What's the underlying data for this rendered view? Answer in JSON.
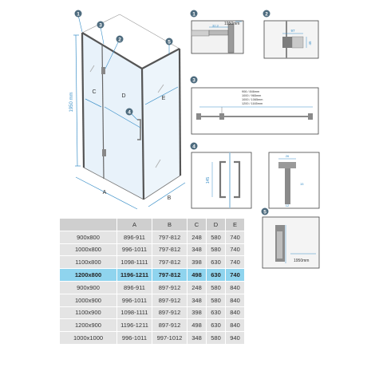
{
  "markers": [
    "1",
    "2",
    "3",
    "4",
    "5"
  ],
  "main": {
    "callouts": [
      "1",
      "2",
      "3",
      "4",
      "5"
    ],
    "height_label": "1950 mm",
    "letters": [
      "C",
      "D",
      "E",
      "A",
      "B"
    ]
  },
  "details": {
    "d1": {
      "marker": "1",
      "dim": "1950mm",
      "sub": "32.3"
    },
    "d2": {
      "marker": "2",
      "dim_a": "97",
      "dim_b": "45"
    },
    "d3": {
      "marker": "3",
      "sizes": [
        "906 / 846mm",
        "1000 / 965mm",
        "1000 / 1065mm",
        "1200 / 1165mm"
      ]
    },
    "d4": {
      "marker": "4",
      "dim_side": "145",
      "dim_top": "26",
      "dim_mid": "15",
      "dim_bottom": "12"
    },
    "d5": {
      "marker": "5",
      "dim": "1950mm"
    }
  },
  "accent": "#3a8fc8",
  "table": {
    "headers": [
      "",
      "A",
      "B",
      "C",
      "D",
      "E"
    ],
    "rows": [
      [
        "900x800",
        "896-911",
        "797-812",
        "248",
        "580",
        "740"
      ],
      [
        "1000x800",
        "996-1011",
        "797-812",
        "348",
        "580",
        "740"
      ],
      [
        "1100x800",
        "1098-1111",
        "797-812",
        "398",
        "630",
        "740"
      ],
      [
        "1200x800",
        "1196-1211",
        "797-812",
        "498",
        "630",
        "740"
      ],
      [
        "900x900",
        "896-911",
        "897-912",
        "248",
        "580",
        "840"
      ],
      [
        "1000x900",
        "996-1011",
        "897-912",
        "348",
        "580",
        "840"
      ],
      [
        "1100x900",
        "1098-1111",
        "897-912",
        "398",
        "630",
        "840"
      ],
      [
        "1200x900",
        "1196-1211",
        "897-912",
        "498",
        "630",
        "840"
      ],
      [
        "1000x1000",
        "996-1011",
        "997-1012",
        "348",
        "580",
        "940"
      ]
    ],
    "highlight_row": 3
  }
}
